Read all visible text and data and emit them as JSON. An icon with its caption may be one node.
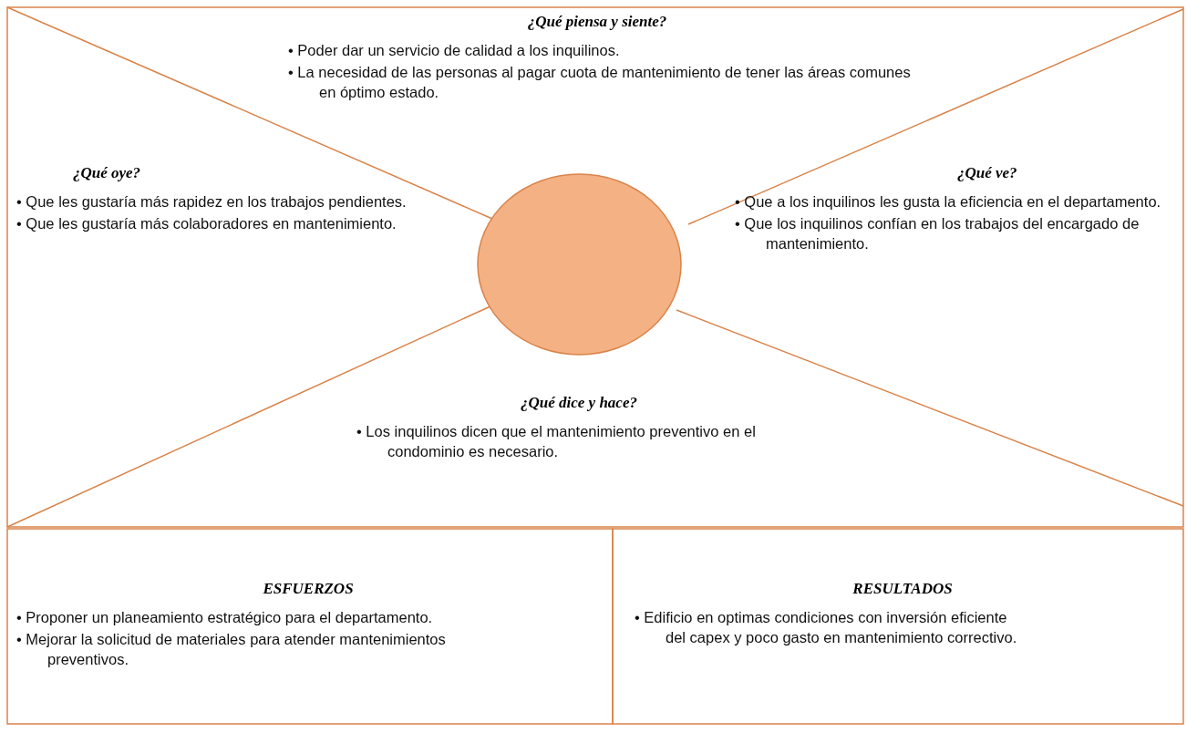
{
  "diagram": {
    "nodes": [
      {
        "text": [
          "¿Qué piensa y siente?",
          "• Poder dar un servicio de calidad a los inquilinos.",
          "• La necesidad de las personas al pagar cuota de mantenimiento de tener las áreas comunes en óptimo estado."
        ]
      },
      {
        "text": [
          "¿Qué oye?",
          "• Que les gustaría más rapidez en los trabajos pendientes.",
          "• Que les gustaría más colaboradores en mantenimiento."
        ]
      },
      {
        "text": [
          "¿Qué ve?",
          "• Que a los inquilinos les gusta la eficiencia en el departamento.",
          "• Que los inquilinos confían en los trabajos del encargado de mantenimiento."
        ]
      },
      {
        "text": [],
        "shape": "circle"
      },
      {
        "text": [
          "¿Qué dice y hace?",
          "• Los inquilinos dicen que el mantenimiento preventivo en el condominio es necesario."
        ]
      },
      {
        "text": [
          "ESFUERZOS",
          "• Proponer un planeamiento estratégico para el departamento.",
          "• Mejorar la solicitud de materiales para atender mantenimientos preventivos."
        ]
      },
      {
        "text": [
          "RESULTADOS",
          "• Edificio en optimas condiciones con inversión eficiente del capex y poco gasto en mantenimiento correctivo."
        ]
      }
    ]
  }
}
